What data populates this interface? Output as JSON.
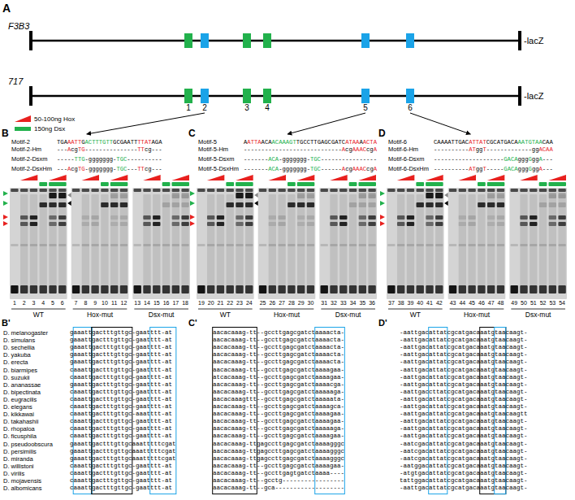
{
  "diagram": {
    "nodes": [
      {
        "text": [
          "1"
        ]
      },
      {
        "text": [
          "2"
        ]
      },
      {
        "text": [
          "3"
        ]
      },
      {
        "text": [
          "4"
        ]
      },
      {
        "text": [
          "5"
        ]
      },
      {
        "text": [
          "6"
        ]
      },
      {
        "text": [
          "Motif-2",
          "TGAAATTGACTTTGTTGCGAATTTTATAGA"
        ]
      },
      {
        "text": [
          "Motif-5",
          "AATTAACAACAAAGTTGCCTTGAGCGATCATAAAACTA"
        ]
      },
      {
        "text": [
          "Motif-6",
          "CAAAATTGACATTATCGCATGACAAATGTAACAA"
        ]
      }
    ],
    "edges": [
      {
        "from": 1,
        "to": 6,
        "arrow": "to"
      },
      {
        "from": 4,
        "to": 7,
        "arrow": "to"
      },
      {
        "from": 5,
        "to": 8,
        "arrow": "to"
      }
    ],
    "labels": [
      "A",
      "F3B3",
      "-lacZ",
      "717",
      "-lacZ",
      "B",
      "C",
      "D",
      "Motif-2-Hm",
      "---AcgTG---------------TTcg---",
      "Motif-2-Dsxm",
      "-----TTG-ggggggg-TGC----------",
      "Motif-2-DsxHm",
      "---AcgTG-ggggggg-TGC---TTcg---",
      "Motif-5-Hm",
      "----------------------------AcgAAACcgA",
      "Motif-5-Dsxm",
      "-------ACA-ggggggg-TGC----------------",
      "Motif-5-DsxHm",
      "-------ACA-ggggggg-TGC------AcgAAACcgA",
      "Motif-6-Hm",
      "----------ATggT-------------ggACAA",
      "Motif-6-Dsxm",
      "--------------------GACAgggGggA---",
      "Motif-6-DsxHm",
      "----------ATggT-----GACAgggGggA---",
      "1",
      "2",
      "3",
      "4",
      "5",
      "6",
      "7",
      "8",
      "9",
      "10",
      "11",
      "12",
      "13",
      "14",
      "15",
      "16",
      "17",
      "18",
      "19",
      "20",
      "21",
      "22",
      "23",
      "24",
      "25",
      "26",
      "27",
      "28",
      "29",
      "30",
      "31",
      "32",
      "33",
      "34",
      "35",
      "36",
      "37",
      "38",
      "39",
      "40",
      "41",
      "42",
      "43",
      "44",
      "45",
      "46",
      "47",
      "48",
      "49",
      "50",
      "51",
      "52",
      "53",
      "54",
      "WT",
      "Hox-mut",
      "Dsx-mut",
      "WT",
      "Hox-mut",
      "Dsx-mut",
      "WT",
      "Hox-mut",
      "Dsx-mut",
      "B'",
      "C'",
      "D'",
      "D. melanogaster",
      "D. simulans",
      "D. sechellia",
      "D. yakuba",
      "D. erecta",
      "D. biarmipes",
      "D. suzukii",
      "D. ananassae",
      "D. bipectinata",
      "D. eugracilis",
      "D. elegans",
      "D. kikkawai",
      "D. takahashii",
      "D. rhopaloa",
      "D. ficusphila",
      "D. pseudoobscura",
      "D. persimilis",
      "D. miranda",
      "D. willistoni",
      "D. virilis",
      "D. mojavensis",
      "D. albomicans",
      "gaaattgactttgttgc-gaatttt-at",
      "gaaattgactttgttgc-gaatttt-at",
      "gaaattgactttgttgc-gaatttt-at",
      "gaaattgactttgttgc-gaatttt-at",
      "gaaattgactttgttgc-gaatttt-at",
      "caaattgactttgttgc-gaatttt-at",
      "caaattgactttgttgc-gaatttt-at",
      "gaaattgactttgttgc-gaatttt-at",
      "caaattgactttgttgc-gaatttt-at",
      "caaattgactttgttgc-gaatttt-at",
      "caaattgactttgttgc-gaatttt-at",
      "caaattgactttgttgc-aaatttt-at",
      "caaattgactttgttgc-gaatttt-at",
      "caaattgactttgttgc-gaatttt-at",
      "caaattgactttgttgc-gaatttt-at",
      "gaaattgactttgttgcaaatttttcgat",
      "gaaattgactttgttgcaaatttttcgat",
      "gaaattgactttgttgcaaatttttcgat",
      "caaattgactttgttgc-gaatttt-at",
      "caaattgactttgttgc-gaatttt-at",
      "caaattgactttgttgc-gaatttt-at",
      "caaattgactttgttgc-gaatttt-at",
      "aacacaaag-tt--gccttgagcgatctaaaacta-",
      "aacacaaag-tt--gccttgagcgatctaaaacta-",
      "aacacaaag-tt--gccttgagcgatctaaaacta-",
      "aacacaaag-tt--gccttgagcgatctaaaacta-",
      "aacacaaag-tt--gccttgagcgatctaaaacta-",
      "aacacaaag-tt--gccttgagcgatctaaaagaa-",
      "atcacaaag-tt--gccttgagcgatctaaaagaa-",
      "aacacaaag-tt--gccttgagcgatctaaaacga-",
      "aacacaaag-tt--gccttgagcgatctaaaaaga-",
      "aacacaaagttt--gccttgagcgatctaaaaata-",
      "aacacaaag-tt--gccttgagcgatctaaaagca-",
      "aacacaaag-tt--gccttgagcgatctaaaagaa-",
      "aacacaaag-tt--gccttgagcgatctaaaagaa-",
      "aacacaaag-tt--gccttgagcgatctaaaaaga-",
      "aacacaaag-tt--gccttgagcgatctaaaagaa-",
      "aacacaaag-ttgagccttgagcgatctaaaagggc",
      "aacacaaag-ttgagccttgagcgatctaaaagggc",
      "aacacaaag-ttgagccttgagcgatctaaaagggc",
      "aacacaaag-tt--gccttgagcgatctaaaagaa-",
      "aacacaaag-tt--gccttgagtgatctaaaa----",
      "aacacaaag-tt--gcctg-----------------",
      "aacacaaag-tt--gca-------------------",
      "-aattgacattatcgcatgacaaatgtaacaagt-",
      "-aattgacattatcgcatgacaaatgtaacaagt-",
      "-aattgacattatcgcatgacaaatgtaacaagt-",
      "-aattgacattatcgcatgacaaatgtaacaagt-",
      "-aattgacattatcgcatgacaaatgtaacaagt-",
      "-aattgacattatcgcatgacaaatgtaacaagt-",
      "-aattgacattatcgcatgacaaatgtaacaagt-",
      "-aattgacattatcgcatgacaaatgtaacaagt-",
      "-aattgaccttatcgcatgacaaatgtaacaagt-",
      "-aattgacattatcgcatgacaaatgtaacaagt-",
      "-aattgacattatcgcatgacaaatgtaacaagt-",
      "-aattgacattatcgcatgacaaatgtaacaagtt",
      "-aattgacattatcgcatgacaaatgtaacaagt-",
      "-aattgacattatcgcatgacaaatgtaacaagt-",
      "-aattgacattatcgcatgacaaatgtaacaagt-",
      "-aatcgacattatcgcatgacaaatgtaacaagt-",
      "-aatcgacattatcgcatgacaaatgtaacaagt-",
      "-aatcgacattatcgcatgacaaatgtaacaagt-",
      "-aatggacattatcgcatgacaaatgtaacaagt-",
      "-atgtgacattatcgcatgacaaatgtaacaagt-",
      "tattggacattatcgcatgacaaatgtaacaagt-",
      "-aattgacattatcgcatgacaaatgtaacaagt-"
    ],
    "legend": [
      {
        "text": "50-100ng Hox"
      },
      {
        "text": "150ng Dsx",
        "color": "#22b14c"
      }
    ]
  }
}
